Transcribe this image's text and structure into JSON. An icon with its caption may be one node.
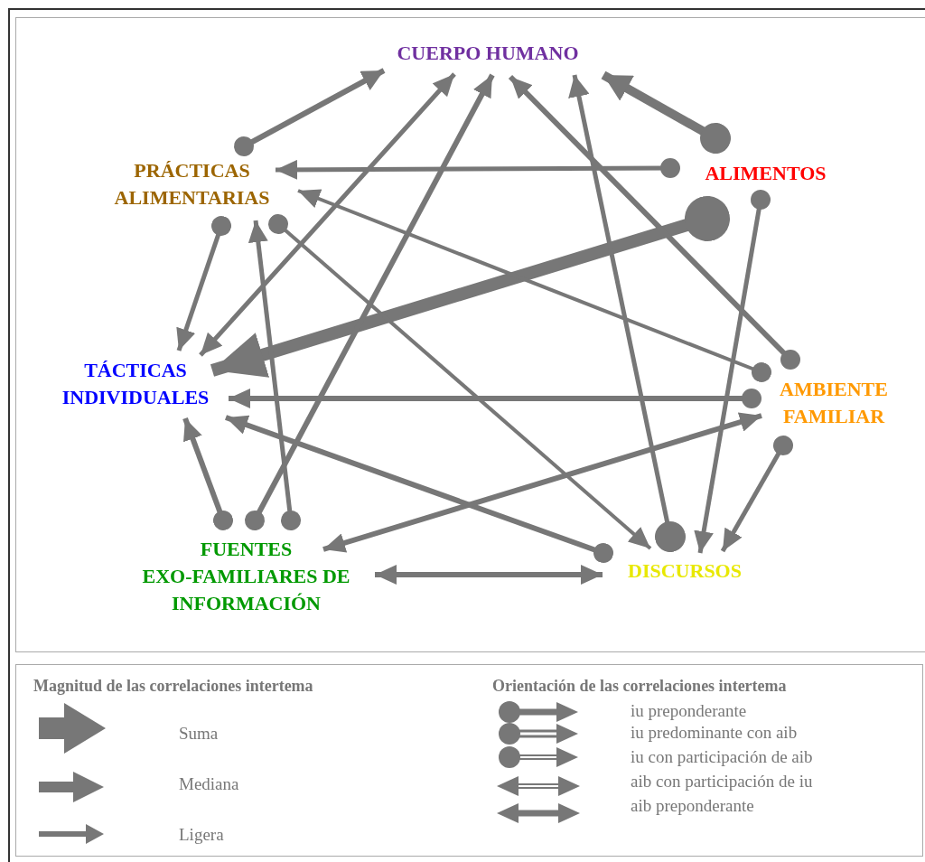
{
  "diagram": {
    "nodes": [
      {
        "text": [
          "CUERPO HUMANO"
        ]
      },
      {
        "text": [
          "PRÁCTICAS ALIMENTARIAS"
        ]
      },
      {
        "text": [
          "ALIMENTOS"
        ]
      },
      {
        "text": [
          "TÁCTICAS INDIVIDUALES"
        ]
      },
      {
        "text": [
          "AMBIENTE FAMILIAR"
        ]
      },
      {
        "text": [
          "FUENTES EXO-FAMILIARES DE INFORMACIÓN"
        ]
      },
      {
        "text": [
          "DISCURSOS"
        ]
      }
    ],
    "edges": [
      {
        "from": 1,
        "to": 0,
        "arrow": "to"
      },
      {
        "from": 2,
        "to": 0,
        "arrow": "to"
      },
      {
        "from": 2,
        "to": 1,
        "arrow": "to"
      },
      {
        "from": 2,
        "to": 3,
        "arrow": "to",
        "style": "thick"
      },
      {
        "from": 2,
        "to": 6,
        "arrow": "to"
      },
      {
        "from": 1,
        "to": 3,
        "arrow": "to"
      },
      {
        "from": 1,
        "to": 6,
        "arrow": "to"
      },
      {
        "from": 5,
        "to": 1,
        "arrow": "to"
      },
      {
        "from": 5,
        "to": 0,
        "arrow": "to"
      },
      {
        "from": 5,
        "to": 3,
        "arrow": "to"
      },
      {
        "from": 3,
        "to": 0,
        "arrow": "both"
      },
      {
        "from": 6,
        "to": 0,
        "arrow": "to"
      },
      {
        "from": 4,
        "to": 0,
        "arrow": "to"
      },
      {
        "from": 4,
        "to": 1,
        "arrow": "to"
      },
      {
        "from": 4,
        "to": 3,
        "arrow": "to"
      },
      {
        "from": 4,
        "to": 6,
        "arrow": "to"
      },
      {
        "from": 6,
        "to": 3,
        "arrow": "to"
      },
      {
        "from": 4,
        "to": 5,
        "arrow": "both"
      },
      {
        "from": 5,
        "to": 6,
        "arrow": "both"
      }
    ],
    "labels": [
      "Magnitud de las correlaciones intertema",
      "Orientación de las correlaciones intertema"
    ],
    "legend": [
      {
        "text": "Suma"
      },
      {
        "text": "Mediana"
      },
      {
        "text": "Ligera"
      },
      {
        "text": "iu preponderante"
      },
      {
        "text": "iu predominante con aib"
      },
      {
        "text": "iu con participación de aib"
      },
      {
        "text": "aib con participación de iu"
      },
      {
        "text": "aib preponderante"
      }
    ]
  }
}
